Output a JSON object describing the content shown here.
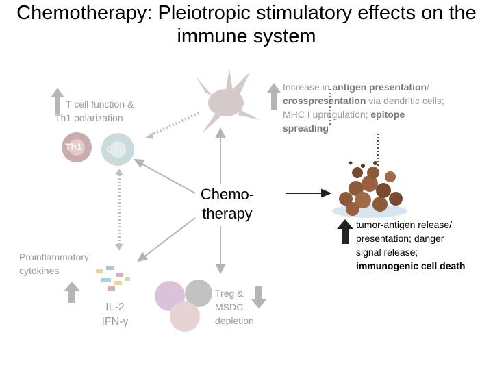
{
  "title": "Chemotherapy: Pleiotropic stimulatory effects on the immune system",
  "center": {
    "line1": "Chemo-",
    "line2": "therapy"
  },
  "nodes": {
    "tcell": {
      "line1": "T cell function &",
      "line2": "Th1 polarization"
    },
    "th1": "Th1",
    "ctl": "CTL",
    "dc": {
      "line1_a": "Increase in ",
      "line1_b": "antigen presentation",
      "line1_c": "/",
      "line2_a": "crosspresentation",
      "line2_b": " via dendritic cells;",
      "line3_a": "MHC I upregulation; ",
      "line3_b": "epitope",
      "line4": "spreading"
    },
    "cytokines": {
      "line1": "Proinflammatory",
      "line2": "cytokines",
      "il2": "IL-2",
      "ifn": "IFN-γ"
    },
    "treg": {
      "line1": "Treg &",
      "line2": "MSDC",
      "line3": "depletion"
    },
    "tumor": {
      "line1": "tumor-antigen release/",
      "line2": "presentation; danger",
      "line3": "signal release;",
      "line4": "immunogenic cell death"
    }
  },
  "colors": {
    "faded_text": "#9a9a9a",
    "arrow_dark": "#222222",
    "arrow_faded": "#b5b5b5",
    "tumor_cell": "#8a5a3a"
  }
}
